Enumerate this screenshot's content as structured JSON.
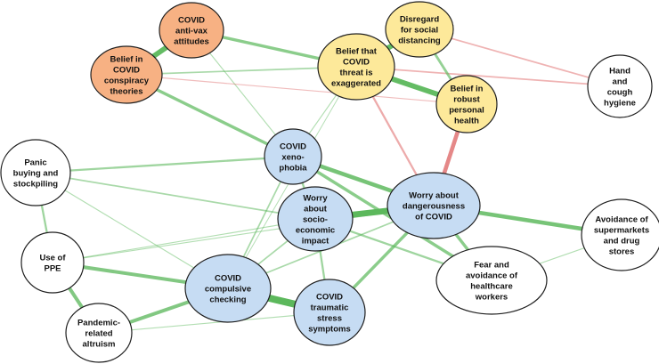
{
  "colors": {
    "positive_edge": "#5cb85c",
    "negative_edge": "#e07070",
    "anti_vax_fill": "#f7b183",
    "belief_fill": "#fde99a",
    "core_fill": "#c6dcf3",
    "outer_fill": "#ffffff",
    "outline": "#1f1f1f"
  },
  "nodes": [
    {
      "id": "antivax",
      "lines": [
        "COVID",
        "anti-vax",
        "attitudes"
      ],
      "fill": "anti_vax_fill"
    },
    {
      "id": "conspiracy",
      "lines": [
        "Belief in",
        "COVID",
        "conspiracy",
        "theories"
      ],
      "fill": "anti_vax_fill"
    },
    {
      "id": "threat",
      "lines": [
        "Belief that",
        "COVID",
        "threat  is",
        "exaggerated"
      ],
      "fill": "belief_fill"
    },
    {
      "id": "disregard",
      "lines": [
        "Disregard",
        "for social",
        "distancing"
      ],
      "fill": "belief_fill"
    },
    {
      "id": "robust",
      "lines": [
        "Belief in",
        "robust",
        "personal",
        "health"
      ],
      "fill": "belief_fill"
    },
    {
      "id": "hygiene",
      "lines": [
        "Hand",
        "and",
        "cough",
        "hygiene"
      ],
      "fill": "outer_fill"
    },
    {
      "id": "xenophobia",
      "lines": [
        "COVID",
        "xeno-",
        "phobia"
      ],
      "fill": "core_fill"
    },
    {
      "id": "socioeconomic",
      "lines": [
        "Worry",
        "about",
        "socio-",
        "economic",
        "impact"
      ],
      "fill": "core_fill"
    },
    {
      "id": "danger",
      "lines": [
        "Worry about",
        "dangerousness",
        "of COVID"
      ],
      "fill": "core_fill"
    },
    {
      "id": "panic",
      "lines": [
        "Panic",
        "buying and",
        "stockpiling"
      ],
      "fill": "outer_fill"
    },
    {
      "id": "ppe",
      "lines": [
        "Use of",
        "PPE"
      ],
      "fill": "outer_fill"
    },
    {
      "id": "checking",
      "lines": [
        "COVID",
        "compulsive",
        "checking"
      ],
      "fill": "core_fill"
    },
    {
      "id": "traumatic",
      "lines": [
        "COVID",
        "traumatic",
        "stress",
        "symptoms"
      ],
      "fill": "core_fill"
    },
    {
      "id": "altruism",
      "lines": [
        "Pandemic-",
        "related",
        "altruism"
      ],
      "fill": "outer_fill"
    },
    {
      "id": "healthcare",
      "lines": [
        "Fear and",
        "avoidance of",
        "healthcare",
        "workers"
      ],
      "fill": "outer_fill"
    },
    {
      "id": "supermarkets",
      "lines": [
        "Avoidance of",
        "supermarkets",
        "and drug",
        "stores"
      ],
      "fill": "outer_fill"
    }
  ],
  "edges": [
    {
      "from": "antivax",
      "to": "conspiracy",
      "sign": "positive",
      "weight": 5
    },
    {
      "from": "antivax",
      "to": "threat",
      "sign": "positive",
      "weight": 3
    },
    {
      "from": "antivax",
      "to": "xenophobia",
      "sign": "positive",
      "weight": 1
    },
    {
      "from": "conspiracy",
      "to": "threat",
      "sign": "positive",
      "weight": 1.5
    },
    {
      "from": "conspiracy",
      "to": "xenophobia",
      "sign": "positive",
      "weight": 3
    },
    {
      "from": "threat",
      "to": "disregard",
      "sign": "positive",
      "weight": 5
    },
    {
      "from": "threat",
      "to": "robust",
      "sign": "positive",
      "weight": 5
    },
    {
      "from": "threat",
      "to": "hygiene",
      "sign": "negative",
      "weight": 1.5
    },
    {
      "from": "threat",
      "to": "danger",
      "sign": "negative",
      "weight": 2
    },
    {
      "from": "threat",
      "to": "xenophobia",
      "sign": "positive",
      "weight": 1
    },
    {
      "from": "threat",
      "to": "checking",
      "sign": "positive",
      "weight": 0.8
    },
    {
      "from": "disregard",
      "to": "hygiene",
      "sign": "negative",
      "weight": 1.5
    },
    {
      "from": "disregard",
      "to": "robust",
      "sign": "positive",
      "weight": 2.5
    },
    {
      "from": "robust",
      "to": "danger",
      "sign": "negative",
      "weight": 4
    },
    {
      "from": "robust",
      "to": "conspiracy",
      "sign": "negative",
      "weight": 1
    },
    {
      "from": "xenophobia",
      "to": "danger",
      "sign": "positive",
      "weight": 4
    },
    {
      "from": "xenophobia",
      "to": "healthcare",
      "sign": "positive",
      "weight": 3
    },
    {
      "from": "xenophobia",
      "to": "socioeconomic",
      "sign": "positive",
      "weight": 2
    },
    {
      "from": "xenophobia",
      "to": "checking",
      "sign": "positive",
      "weight": 1.5
    },
    {
      "from": "socioeconomic",
      "to": "danger",
      "sign": "positive",
      "weight": 6
    },
    {
      "from": "socioeconomic",
      "to": "panic",
      "sign": "positive",
      "weight": 1.5
    },
    {
      "from": "socioeconomic",
      "to": "ppe",
      "sign": "positive",
      "weight": 1
    },
    {
      "from": "socioeconomic",
      "to": "traumatic",
      "sign": "positive",
      "weight": 2
    },
    {
      "from": "socioeconomic",
      "to": "checking",
      "sign": "positive",
      "weight": 1.5
    },
    {
      "from": "socioeconomic",
      "to": "healthcare",
      "sign": "positive",
      "weight": 2
    },
    {
      "from": "danger",
      "to": "supermarkets",
      "sign": "positive",
      "weight": 4
    },
    {
      "from": "danger",
      "to": "traumatic",
      "sign": "positive",
      "weight": 3
    },
    {
      "from": "danger",
      "to": "healthcare",
      "sign": "positive",
      "weight": 3
    },
    {
      "from": "danger",
      "to": "checking",
      "sign": "positive",
      "weight": 1.5
    },
    {
      "from": "panic",
      "to": "ppe",
      "sign": "positive",
      "weight": 2
    },
    {
      "from": "panic",
      "to": "xenophobia",
      "sign": "positive",
      "weight": 2
    },
    {
      "from": "panic",
      "to": "checking",
      "sign": "positive",
      "weight": 1
    },
    {
      "from": "ppe",
      "to": "checking",
      "sign": "positive",
      "weight": 3.5
    },
    {
      "from": "ppe",
      "to": "altruism",
      "sign": "positive",
      "weight": 3.5
    },
    {
      "from": "ppe",
      "to": "danger",
      "sign": "positive",
      "weight": 1
    },
    {
      "from": "checking",
      "to": "traumatic",
      "sign": "positive",
      "weight": 7
    },
    {
      "from": "checking",
      "to": "altruism",
      "sign": "positive",
      "weight": 3.5
    },
    {
      "from": "traumatic",
      "to": "altruism",
      "sign": "positive",
      "weight": 1
    },
    {
      "from": "healthcare",
      "to": "supermarkets",
      "sign": "positive",
      "weight": 1
    }
  ]
}
